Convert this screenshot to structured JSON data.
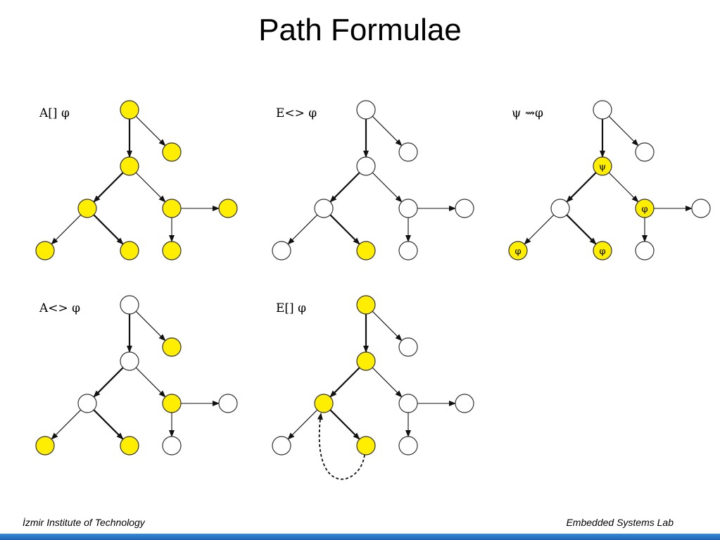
{
  "title": "Path Formulae",
  "colors": {
    "highlight": "#ffee00",
    "plain": "#ffffff",
    "stroke": "#333333",
    "footer_bar": "#2b74c7"
  },
  "panels": [
    {
      "label": "A[]  φ",
      "highlighted": [
        0,
        1,
        2,
        3,
        4,
        5,
        6,
        7,
        8
      ],
      "node_labels": {}
    },
    {
      "label": "E<>  φ",
      "highlighted": [
        7
      ],
      "node_labels": {}
    },
    {
      "label": "ψ  ⇝φ",
      "highlighted": [
        2,
        4,
        6,
        7
      ],
      "node_labels": {
        "2": "ψ",
        "4": "φ",
        "6": "φ",
        "7": "φ"
      }
    },
    {
      "label": "A<>  φ",
      "highlighted": [
        1,
        4,
        6,
        7
      ],
      "node_labels": {}
    },
    {
      "label": "E[]  φ",
      "highlighted": [
        0,
        2,
        3,
        7
      ],
      "node_labels": {},
      "loop": true
    }
  ],
  "footer": {
    "left": "İzmir Institute of Technology",
    "right": "Embedded Systems Lab"
  }
}
